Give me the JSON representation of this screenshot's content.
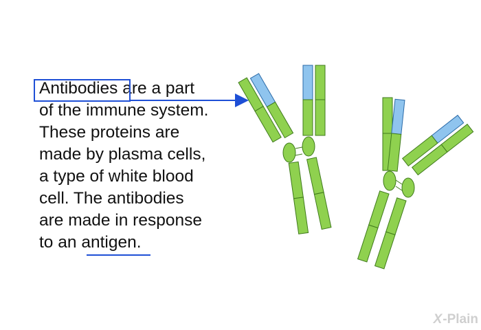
{
  "text": {
    "line1_term": "Antibodies",
    "line1_rest": " are a part",
    "line2": "of the immune system.",
    "line3": "These proteins are",
    "line4": "made by plasma cells,",
    "line5": "a type of white blood",
    "line6": "cell. The antibodies",
    "line7": "are made in response",
    "line8_pre": "to an ",
    "line8_term": "antigen",
    "line8_post": "."
  },
  "colors": {
    "highlight": "#1e4fd6",
    "antibody_green": "#8fd14f",
    "antibody_green_stroke": "#3f7a1c",
    "antibody_blue": "#8fc4ee",
    "antibody_blue_stroke": "#2a6aa8"
  },
  "icons": {
    "antibody_illustration": "y-shaped-antibody-icon"
  },
  "watermark": {
    "mark": "X",
    "label": "-Plain"
  }
}
